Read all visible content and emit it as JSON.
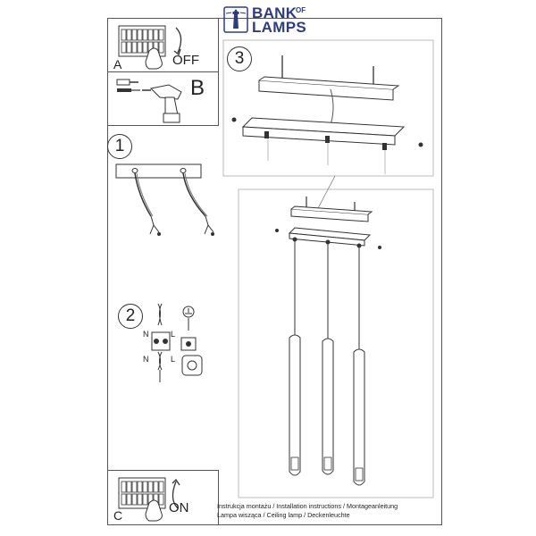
{
  "brand": {
    "line1": "BANK",
    "of": "OF",
    "line2": "LAMPS"
  },
  "panels": {
    "a": {
      "letter": "A",
      "state": "OFF"
    },
    "b": {
      "letter": "B"
    },
    "c": {
      "letter": "C",
      "state": "ON"
    }
  },
  "steps": {
    "one": "1",
    "two": "2",
    "three": "3"
  },
  "wiring": {
    "n_top": "N",
    "l_top": "L",
    "n_bottom": "N",
    "l_bottom": "L"
  },
  "footer": {
    "line1": "Instrukcja montażu / Installation instructions / Montageanleitung",
    "line2": "Lampa wisząca / Ceiling lamp / Deckenleuchte"
  },
  "colors": {
    "brand": "#2e3e7a",
    "line": "#333333"
  }
}
